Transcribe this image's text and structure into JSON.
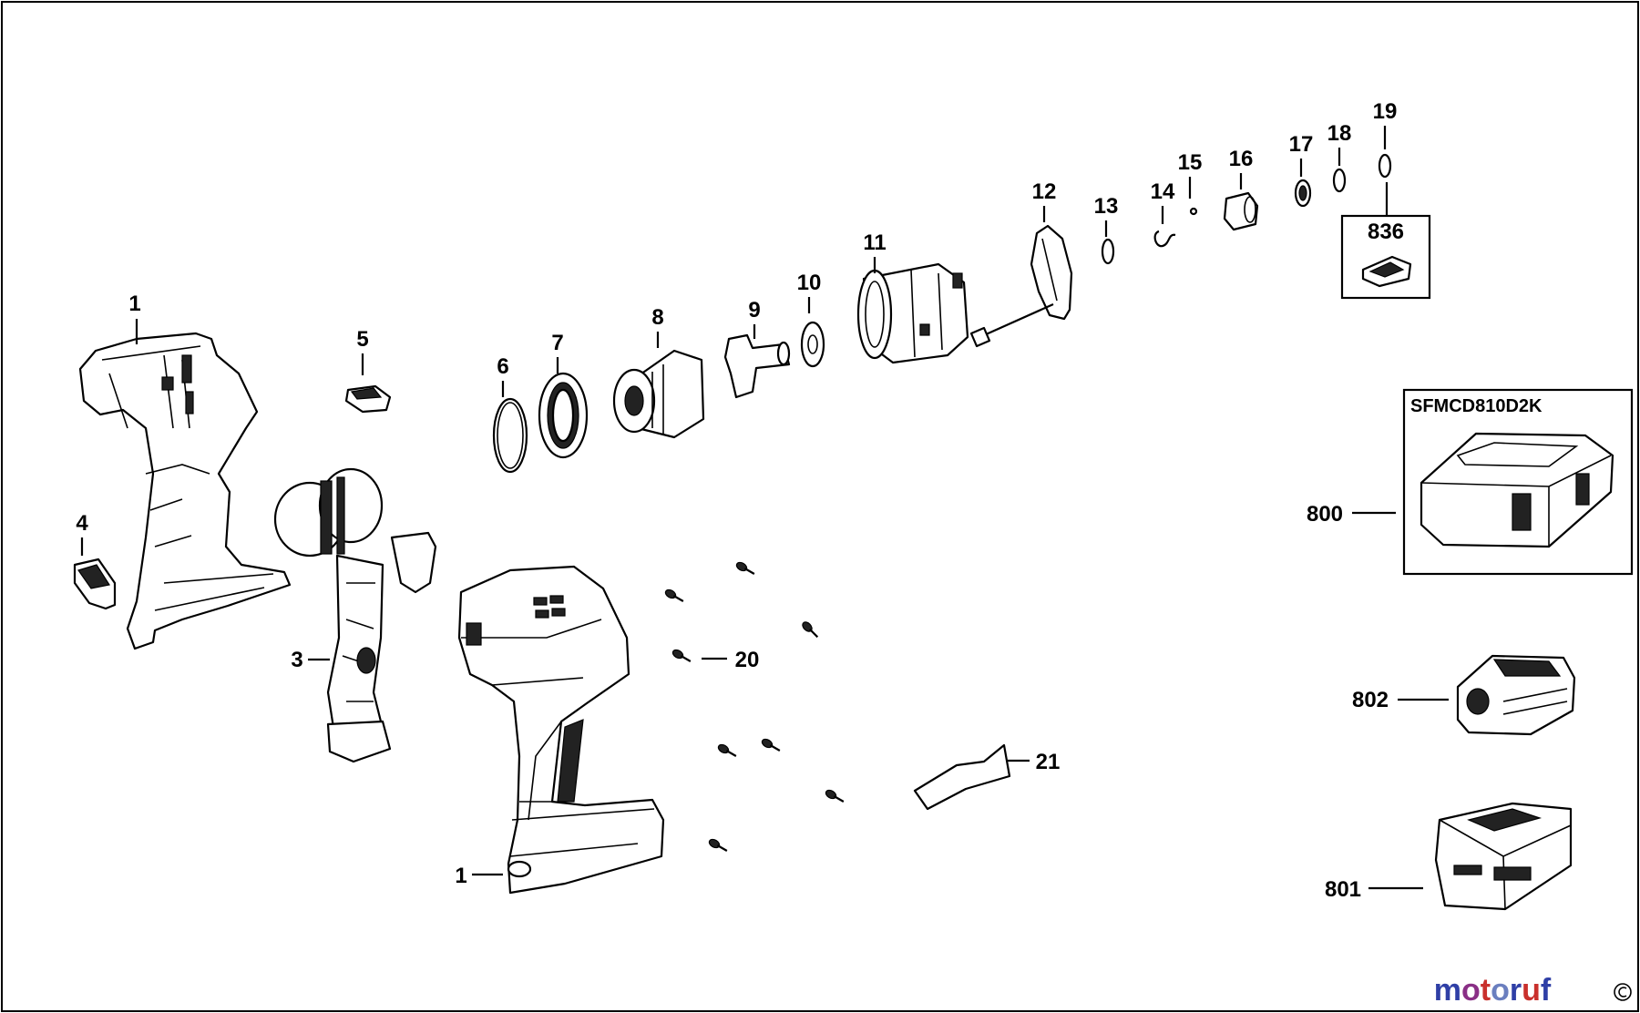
{
  "labels": {
    "p1a": "1",
    "p1b": "1",
    "p3": "3",
    "p4": "4",
    "p5": "5",
    "p6": "6",
    "p7": "7",
    "p8": "8",
    "p9": "9",
    "p10": "10",
    "p11": "11",
    "p12": "12",
    "p13": "13",
    "p14": "14",
    "p15": "15",
    "p16": "16",
    "p17": "17",
    "p18": "18",
    "p19": "19",
    "p20": "20",
    "p21": "21",
    "p800": "800",
    "p801": "801",
    "p802": "802",
    "p836": "836"
  },
  "kit_title": "SFMCD810D2K",
  "watermark": {
    "brand": "motoruf",
    "colors": [
      "#2f3fa6",
      "#8a2f86",
      "#c9302c",
      "#6b7fbf",
      "#2f3fa6",
      "#c9302c",
      "#2f3fa6"
    ]
  }
}
